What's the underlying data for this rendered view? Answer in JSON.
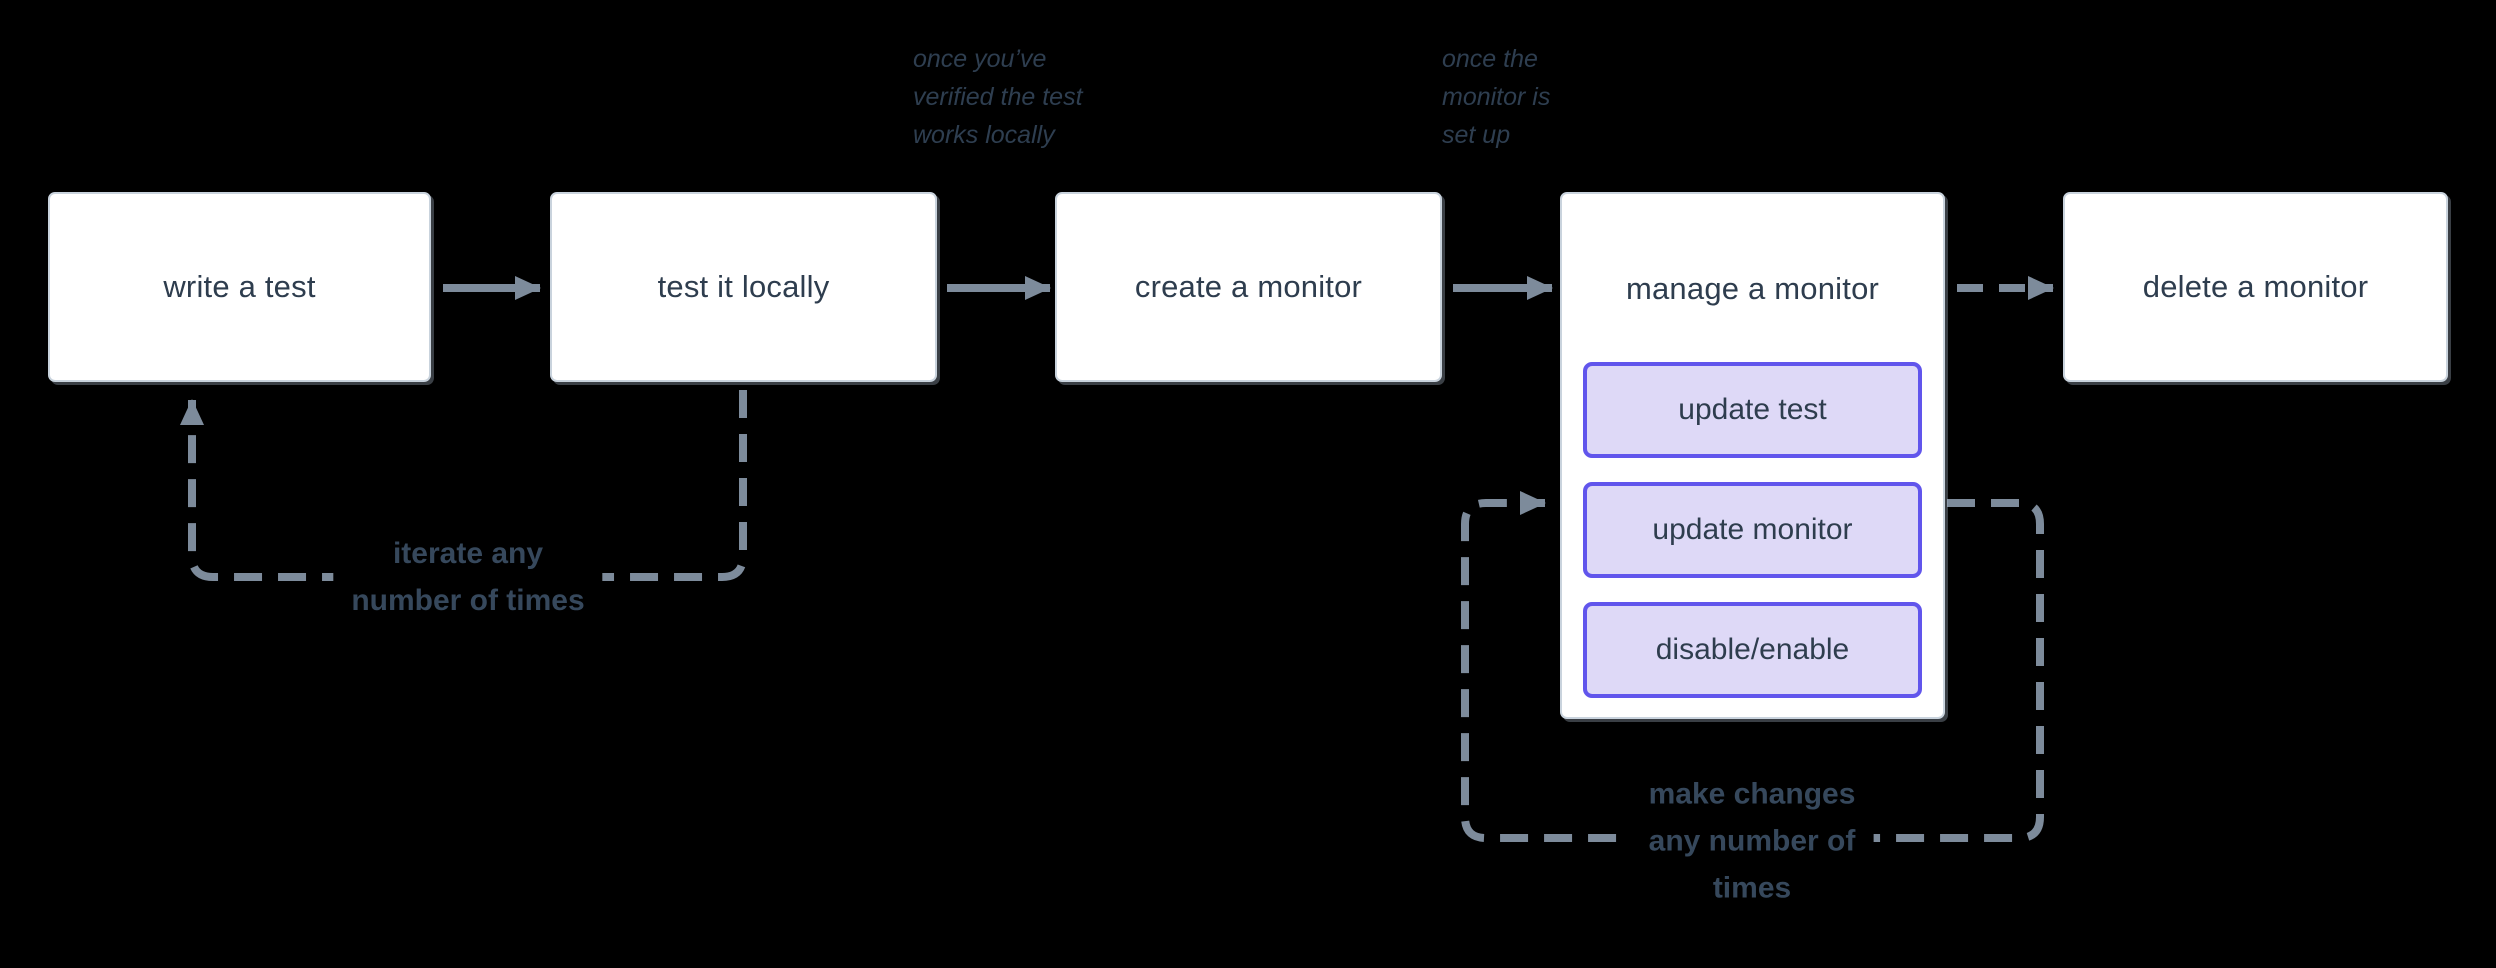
{
  "diagram": {
    "boxes": [
      {
        "label": "write a test"
      },
      {
        "label": "test it locally"
      },
      {
        "label": "create a monitor"
      },
      {
        "label": "manage a monitor",
        "buttons": [
          {
            "label": "update test"
          },
          {
            "label": "update monitor"
          },
          {
            "label": "disable/enable"
          }
        ]
      },
      {
        "label": "delete a monitor"
      }
    ],
    "annotations": [
      {
        "text": "once you’ve\nverified the test\nworks locally"
      },
      {
        "text": "once the\nmonitor is\nset up"
      }
    ],
    "loop_labels": [
      {
        "text": "iterate any\nnumber of times"
      },
      {
        "text": "make changes\nany number of\ntimes"
      }
    ],
    "colors": {
      "background": "#000000",
      "box_fill": "#ffffff",
      "box_border": "#c9d3dd",
      "box_text": "#2e3d4e",
      "arrow": "#7d8b9b",
      "button_fill": "#ded9f7",
      "button_border": "#6155ec",
      "annotation_text": "#2e3e50",
      "loop_label_text": "#36485c"
    }
  }
}
